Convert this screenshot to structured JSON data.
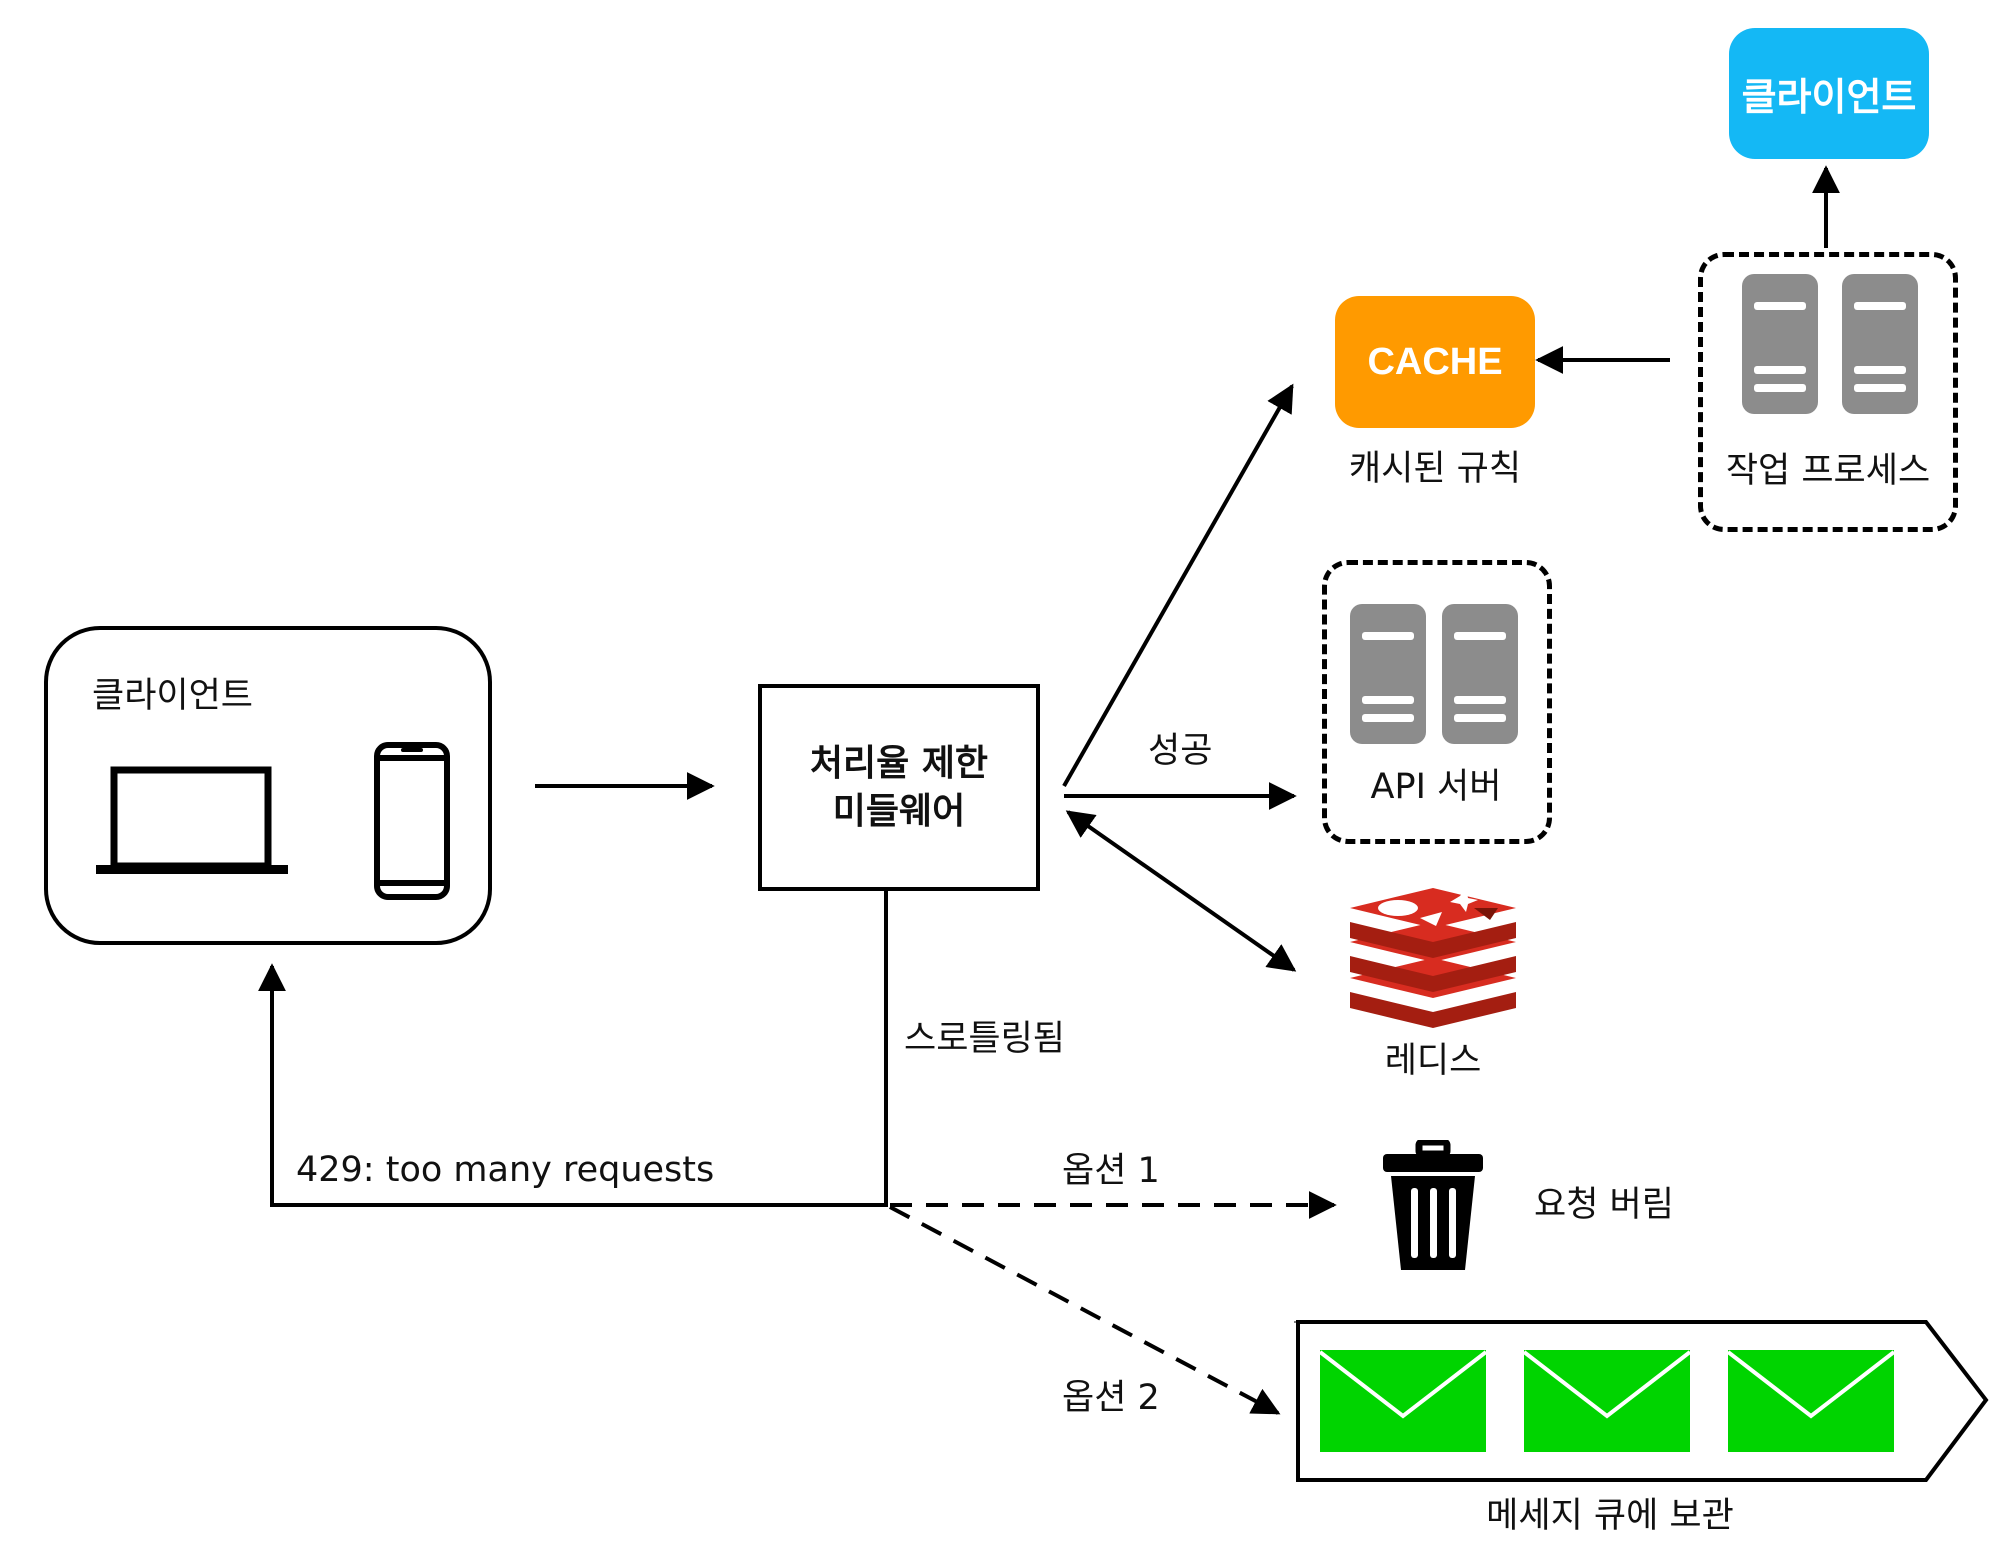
{
  "client": {
    "label": "클라이언트",
    "laptop_icon": "laptop-icon",
    "phone_icon": "smartphone-icon"
  },
  "middleware": {
    "line1": "처리율 제한",
    "line2": "미들웨어"
  },
  "cache": {
    "box_text": "CACHE",
    "caption": "캐시된 규칙",
    "color": "#ff9a00"
  },
  "worker": {
    "caption": "작업 프로세스",
    "icon": "server-icon"
  },
  "top_client": {
    "label": "클라이언트",
    "color": "#14b8f5"
  },
  "api": {
    "caption": "API 서버",
    "icon": "server-icon"
  },
  "redis": {
    "caption": "레디스",
    "icon": "redis-logo",
    "color": "#d82c20"
  },
  "edges": {
    "success": "성공",
    "throttled": "스로틀링됨",
    "too_many": "429: too many requests",
    "option1": "옵션 1",
    "option2": "옵션 2"
  },
  "drop": {
    "caption": "요청 버림",
    "icon": "trash-icon"
  },
  "queue": {
    "caption": "메세지 큐에 보관",
    "message_icon": "envelope-icon",
    "message_count": 3,
    "message_color": "#00d400"
  }
}
